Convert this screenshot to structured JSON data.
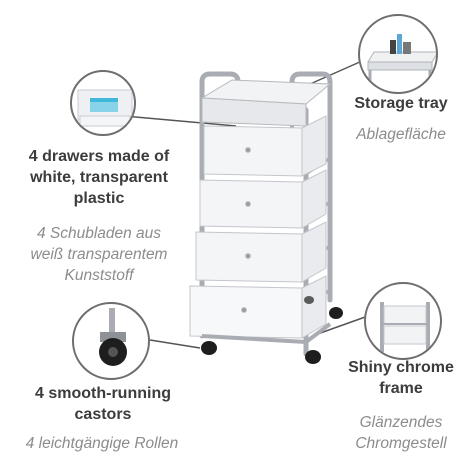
{
  "features": {
    "drawers": {
      "en_lines": [
        "4 drawers made of",
        "white, transparent",
        "plastic"
      ],
      "de_lines": [
        "4 Schubladen aus",
        "weiß transparentem",
        "Kunststoff"
      ]
    },
    "tray": {
      "en_lines": [
        "Storage tray"
      ],
      "de_lines": [
        "Ablagefläche"
      ]
    },
    "castors": {
      "en_lines": [
        "4 smooth-running",
        "castors"
      ],
      "de_lines": [
        "4 leichtgängige Rollen"
      ]
    },
    "frame": {
      "en_lines": [
        "Shiny chrome",
        "frame"
      ],
      "de_lines": [
        "Glänzendes",
        "Chromgestell"
      ]
    }
  },
  "colors": {
    "label_en": "#3c3c3c",
    "label_de": "#8c8c8c",
    "chrome": "#a9acb2",
    "drawer": "#f4f5f7",
    "wheel": "#1e1e1e",
    "leader_line": "#555555"
  }
}
